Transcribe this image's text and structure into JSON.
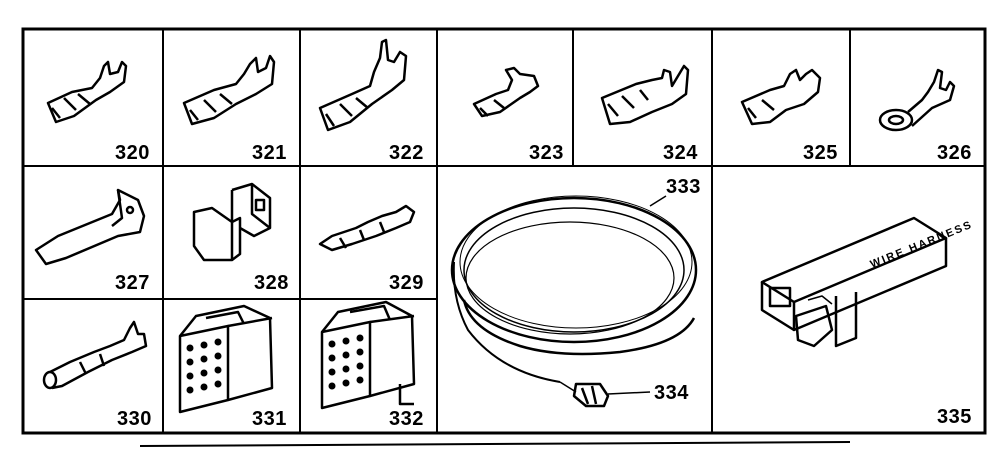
{
  "parts": [
    {
      "id": "320"
    },
    {
      "id": "321"
    },
    {
      "id": "322"
    },
    {
      "id": "323"
    },
    {
      "id": "324"
    },
    {
      "id": "325"
    },
    {
      "id": "326"
    },
    {
      "id": "327"
    },
    {
      "id": "328"
    },
    {
      "id": "329"
    },
    {
      "id": "330"
    },
    {
      "id": "331"
    },
    {
      "id": "332"
    },
    {
      "id": "333"
    },
    {
      "id": "334"
    },
    {
      "id": "335"
    }
  ],
  "harness_box_text": "WIRE HARNESS",
  "colors": {
    "ink": "#000000",
    "paper": "#ffffff"
  }
}
